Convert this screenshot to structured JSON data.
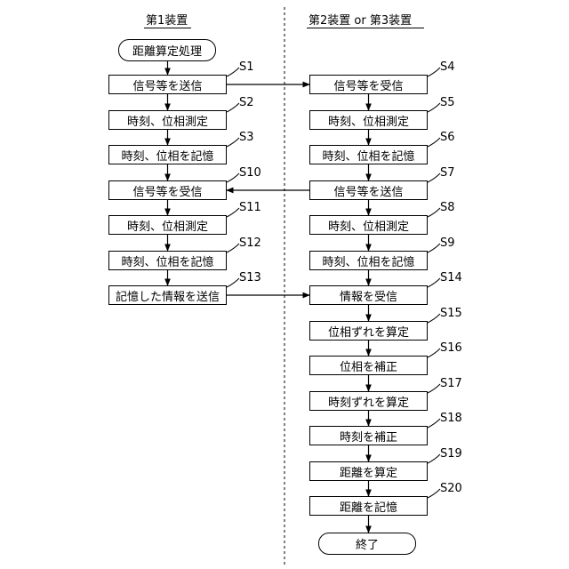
{
  "headings": {
    "left": "第1装置",
    "right": "第2装置 or 第3装置"
  },
  "start_label": "距離算定処理",
  "end_label": "終了",
  "left_steps": [
    {
      "label": "S1",
      "text": "信号等を送信"
    },
    {
      "label": "S2",
      "text": "時刻、位相測定"
    },
    {
      "label": "S3",
      "text": "時刻、位相を記憶"
    },
    {
      "label": "S10",
      "text": "信号等を受信"
    },
    {
      "label": "S11",
      "text": "時刻、位相測定"
    },
    {
      "label": "S12",
      "text": "時刻、位相を記憶"
    },
    {
      "label": "S13",
      "text": "記憶した情報を送信"
    }
  ],
  "right_steps": [
    {
      "label": "S4",
      "text": "信号等を受信"
    },
    {
      "label": "S5",
      "text": "時刻、位相測定"
    },
    {
      "label": "S6",
      "text": "時刻、位相を記憶"
    },
    {
      "label": "S7",
      "text": "信号等を送信"
    },
    {
      "label": "S8",
      "text": "時刻、位相測定"
    },
    {
      "label": "S9",
      "text": "時刻、位相を記憶"
    },
    {
      "label": "S14",
      "text": "情報を受信"
    },
    {
      "label": "S15",
      "text": "位相ずれを算定"
    },
    {
      "label": "S16",
      "text": "位相を補正"
    },
    {
      "label": "S17",
      "text": "時刻ずれを算定"
    },
    {
      "label": "S18",
      "text": "時刻を補正"
    },
    {
      "label": "S19",
      "text": "距離を算定"
    },
    {
      "label": "S20",
      "text": "距離を記憶"
    }
  ]
}
